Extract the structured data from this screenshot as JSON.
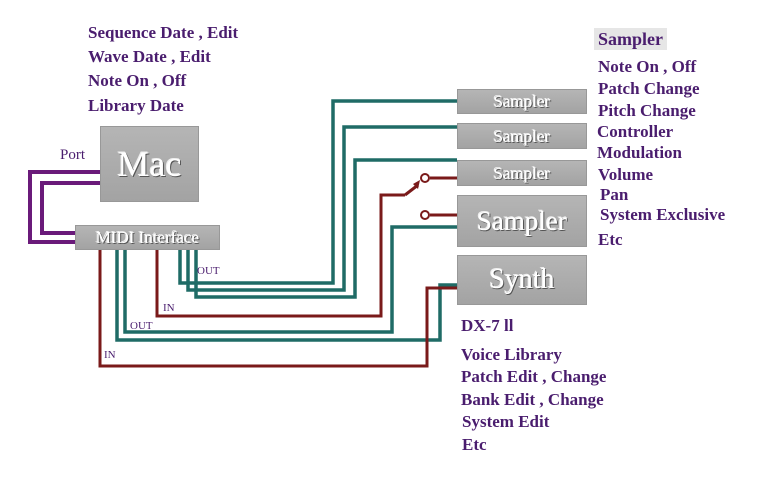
{
  "mac_functions": [
    "Sequence Date , Edit",
    "Wave Date , Edit",
    "Note On , Off",
    "Library Date"
  ],
  "port_label": "Port",
  "mac_label": "Mac",
  "midi_interface_label": "MIDI Interface",
  "samplers": [
    "Sampler",
    "Sampler",
    "Sampler",
    "Sampler"
  ],
  "synth_label": "Synth",
  "port_labels": {
    "out_top": "OUT",
    "in_mid": "IN",
    "out_low": "OUT",
    "in_low": "IN"
  },
  "sampler_panel": {
    "title": "Sampler",
    "items": [
      "Note On , Off",
      "Patch Change",
      "Pitch Change",
      "Controller",
      "Modulation",
      "Volume",
      "Pan",
      "System Exclusive",
      "Etc"
    ]
  },
  "synth_panel": {
    "title": "DX-7 ll",
    "items": [
      "Voice Library",
      "Patch Edit , Change",
      "Bank Edit , Change",
      "System Edit",
      "Etc"
    ]
  },
  "colors": {
    "teal": "#1f6b66",
    "maroon": "#7a1a1a",
    "purple": "#6a1a7a",
    "text": "#4a1d6e",
    "box": "#a8a8a8"
  }
}
